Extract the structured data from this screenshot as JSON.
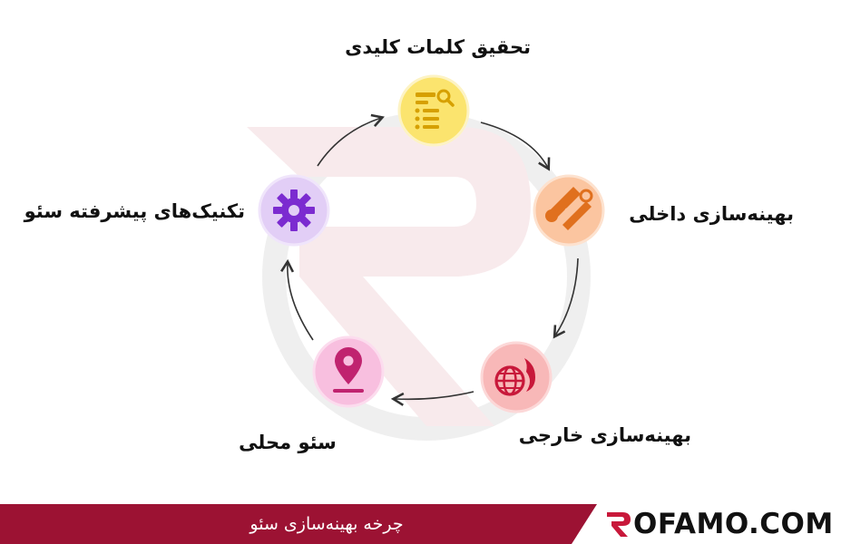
{
  "diagram": {
    "nodes": [
      {
        "id": "keyword-research",
        "label": "تحقیق کلمات کلیدی",
        "icon": "document-search-icon",
        "color": "#fbe46e"
      },
      {
        "id": "on-page",
        "label": "بهینه‌سازی داخلی",
        "icon": "wrench-tools-icon",
        "color": "#fbc5a0"
      },
      {
        "id": "off-page",
        "label": "بهینه‌سازی خارجی",
        "icon": "globe-fire-icon",
        "color": "#f8b8b8"
      },
      {
        "id": "local-seo",
        "label": "سئو محلی",
        "icon": "location-pin-icon",
        "color": "#f8bfdf"
      },
      {
        "id": "advanced",
        "label": "تکنیک‌های پیشرفته سئو",
        "icon": "gear-icon",
        "color": "#e2cef6"
      }
    ],
    "edges": [
      {
        "from": "keyword-research",
        "to": "on-page"
      },
      {
        "from": "on-page",
        "to": "off-page"
      },
      {
        "from": "off-page",
        "to": "local-seo"
      },
      {
        "from": "local-seo",
        "to": "advanced"
      },
      {
        "from": "advanced",
        "to": "keyword-research"
      }
    ]
  },
  "footer": {
    "title": "چرخه بهینه‌سازی سئو",
    "brand": "OFAMO.COM",
    "brand_logo": "R"
  },
  "colors": {
    "footer_bg": "#9c1233",
    "watermark": "#c8c8c8",
    "watermark_accent": "#f2d5d9",
    "arrow": "#333333"
  }
}
